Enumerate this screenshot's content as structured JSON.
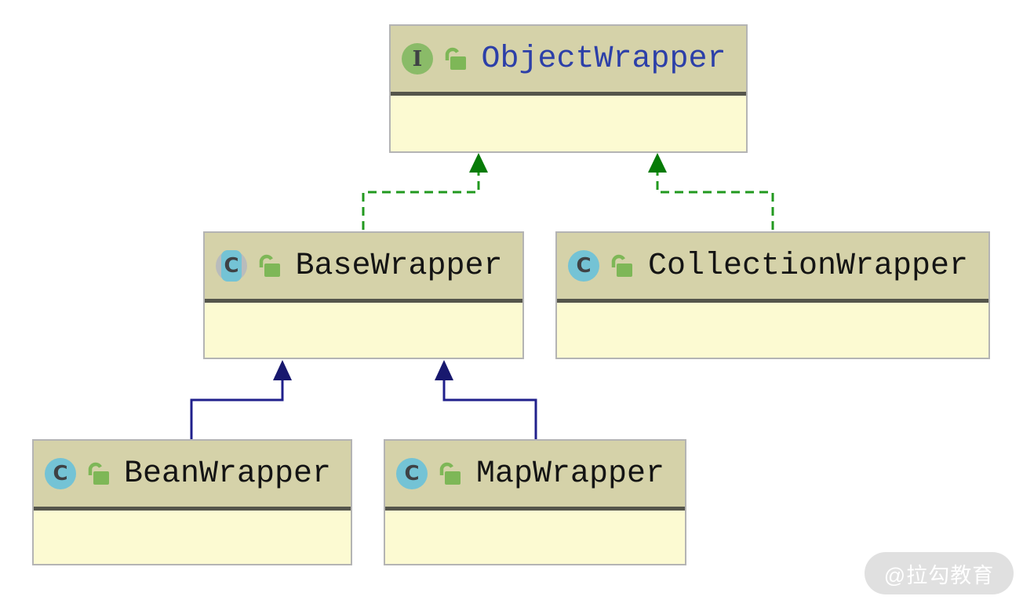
{
  "diagram": {
    "type": "uml-class-diagram",
    "nodes": [
      {
        "id": "ObjectWrapper",
        "name": "ObjectWrapper",
        "kind": "interface",
        "icon": "interface-icon",
        "icon_letter": "I",
        "modifier": "public-unlocked"
      },
      {
        "id": "BaseWrapper",
        "name": "BaseWrapper",
        "kind": "abstract-class",
        "icon": "abstract-class-icon",
        "icon_letter": "C",
        "modifier": "public-unlocked"
      },
      {
        "id": "CollectionWrapper",
        "name": "CollectionWrapper",
        "kind": "class",
        "icon": "class-icon",
        "icon_letter": "C",
        "modifier": "public-unlocked"
      },
      {
        "id": "BeanWrapper",
        "name": "BeanWrapper",
        "kind": "class",
        "icon": "class-icon",
        "icon_letter": "C",
        "modifier": "public-unlocked"
      },
      {
        "id": "MapWrapper",
        "name": "MapWrapper",
        "kind": "class",
        "icon": "class-icon",
        "icon_letter": "C",
        "modifier": "public-unlocked"
      }
    ],
    "edges": [
      {
        "from": "BaseWrapper",
        "to": "ObjectWrapper",
        "relation": "implements",
        "style": "dashed-green"
      },
      {
        "from": "CollectionWrapper",
        "to": "ObjectWrapper",
        "relation": "implements",
        "style": "dashed-green"
      },
      {
        "from": "BeanWrapper",
        "to": "BaseWrapper",
        "relation": "extends",
        "style": "solid-navy"
      },
      {
        "from": "MapWrapper",
        "to": "BaseWrapper",
        "relation": "extends",
        "style": "solid-navy"
      }
    ]
  },
  "colors": {
    "canvas_bg": "#ffffff",
    "header_bg": "#d5d2a9",
    "body_bg": "#fcfad2",
    "node_border": "#b4b4b4",
    "divider": "#55554b",
    "interface_name": "#2c3fa8",
    "class_name": "#141414",
    "implements_line": "#22991f",
    "implements_arrow": "#067b06",
    "extends_line": "#20208c",
    "extends_arrow": "#18186e",
    "interface_icon_bg": "#8abb68",
    "class_icon_bg": "#74c3d5",
    "abstract_ring": "#b9bcbc",
    "icon_letter": "#3f4245",
    "lock_green": "#7eb757",
    "watermark_text": "#ffffff"
  },
  "watermark": {
    "text": "@拉勾教育"
  }
}
